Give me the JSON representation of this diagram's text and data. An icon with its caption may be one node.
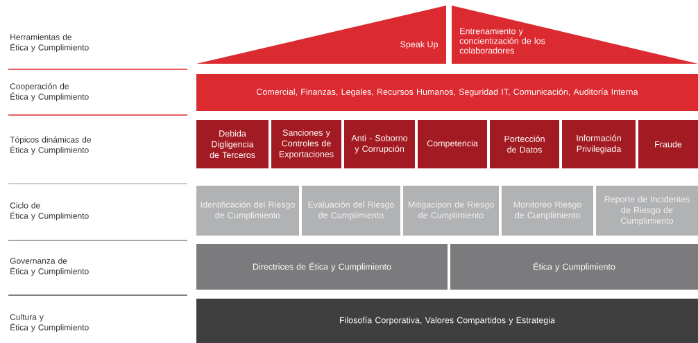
{
  "diagram": {
    "nodes": [
      {
        "text": [
          "Speak Up"
        ]
      },
      {
        "text": [
          "Entrenamiento y concientización de los colaboradores"
        ]
      },
      {
        "text": [
          "Comercial, Finanzas, Legales, Recursos Humanos, Seguridad IT, Comunicación, Auditoría Interna"
        ]
      },
      {
        "text": [
          "Debida Digligencia de Terceros"
        ]
      },
      {
        "text": [
          "Sanciones y Controles de Exportaciones"
        ]
      },
      {
        "text": [
          "Anti - Soborno y Corrupción"
        ]
      },
      {
        "text": [
          "Competencia"
        ]
      },
      {
        "text": [
          "Portección de Datos"
        ]
      },
      {
        "text": [
          "Información Privilegiada"
        ]
      },
      {
        "text": [
          "Fraude"
        ]
      },
      {
        "text": [
          "Identificación del Riesgo de Cumplimiento"
        ]
      },
      {
        "text": [
          "Evaluación del Riesgo de Cumplimiento"
        ]
      },
      {
        "text": [
          "Mitigacipon de Riesgo de Cumplimiento"
        ]
      },
      {
        "text": [
          "Monitoreo Riesgo de Cumplimiento"
        ]
      },
      {
        "text": [
          "Reporte de Incidentes de Riesgo de Cumplimiento"
        ]
      },
      {
        "text": [
          "Directrices de Ética y Cumplimiento"
        ]
      },
      {
        "text": [
          "Ética y Cumplimiento"
        ]
      },
      {
        "text": [
          "Filosofía Corporativa, Valores Compartidos y Estrategia"
        ]
      }
    ],
    "labels": [
      "Herramientas de Ética y Cumplimiento",
      "Cooperación de Ética y Cumplimiento",
      "Tópicos dinámicas de Ética y Cumplimiento",
      "Ciclo de Ética y Cumplimiento",
      "Governanza de Ética y Cumplimiento",
      "Cultura y Ética y Cumplimiento"
    ]
  }
}
